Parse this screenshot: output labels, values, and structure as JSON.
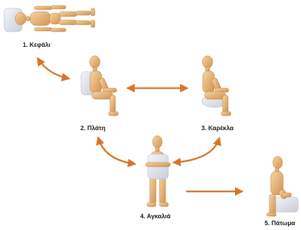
{
  "colors": {
    "arrow": "#d9752a",
    "wood_light": "#f2c98d",
    "wood_mid": "#dca364",
    "wood_dark": "#b9793d",
    "pillow": "#e3e6ee",
    "pillow_shade": "#bfc4d0"
  },
  "poses": [
    {
      "key": "head",
      "label": "1. Κεφάλι"
    },
    {
      "key": "back",
      "label": "2. Πλάτη"
    },
    {
      "key": "chair",
      "label": "3. Καρέκλα"
    },
    {
      "key": "hug",
      "label": "4. Αγκαλιά"
    },
    {
      "key": "floor",
      "label": "5. Πάτωμα"
    }
  ]
}
